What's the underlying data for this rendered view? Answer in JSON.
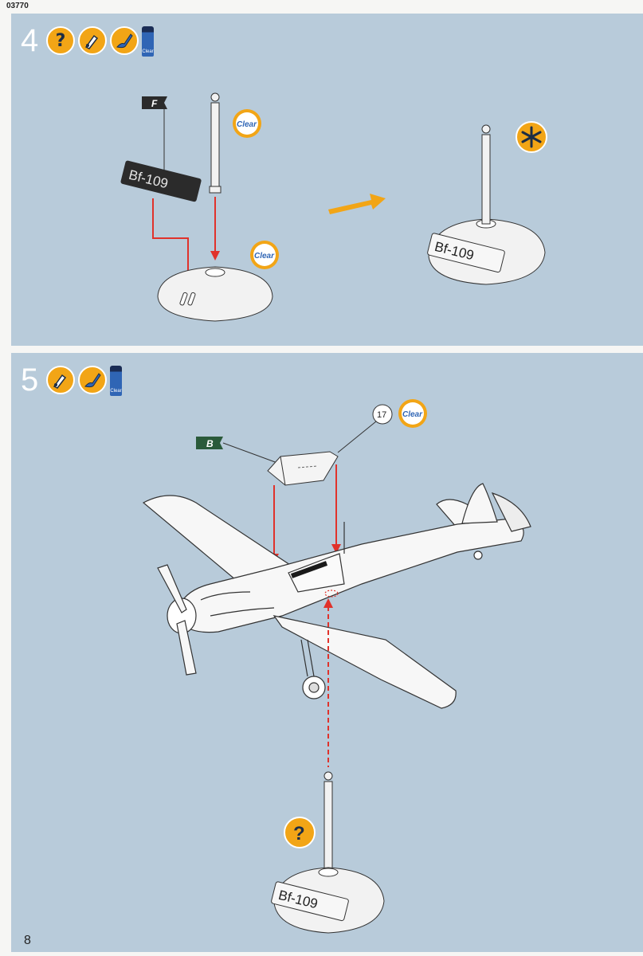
{
  "header": {
    "catalog_number": "03770"
  },
  "footer": {
    "page_number": "8"
  },
  "colors": {
    "panel": "#b8cbda",
    "accent_orange": "#f2a516",
    "arrow_red": "#e0322b",
    "flag_dark": "#2b2b2b",
    "flag_green": "#2a5a3a"
  },
  "step4": {
    "number": "4",
    "icons": [
      "question-icon",
      "glue-brush-icon",
      "paint-brush-icon",
      "clear-paint-bottle-icon"
    ],
    "bottle_label": "Clear",
    "decal_flag": "F",
    "nameplate_text": "Bf-109",
    "clear_badge_1": "Clear",
    "clear_badge_2": "Clear",
    "result_icon": "drying-time-icon",
    "result_nameplate": "Bf-109"
  },
  "step5": {
    "number": "5",
    "icons": [
      "glue-brush-icon",
      "paint-brush-icon",
      "clear-paint-bottle-icon"
    ],
    "bottle_label": "Clear",
    "part_number": "17",
    "clear_badge": "Clear",
    "decal_flag": "B",
    "stand_question": "?",
    "stand_nameplate": "Bf-109"
  }
}
